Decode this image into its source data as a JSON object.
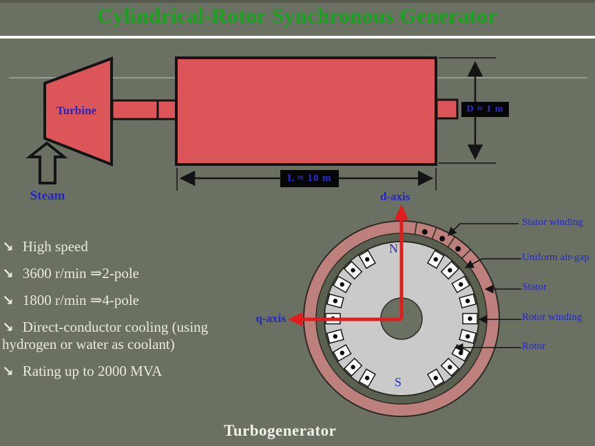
{
  "slide": {
    "title": "Cylindrical-Rotor Synchronous Generator",
    "caption": "Turbogenerator"
  },
  "side_view": {
    "turbine_label": "Turbine",
    "steam_label": "Steam",
    "length_dimension": "L ≈ 10 m",
    "diameter_dimension": "D ≈ 1 m"
  },
  "cross_section": {
    "d_axis": "d-axis",
    "q_axis": "q-axis",
    "north_pole": "N",
    "south_pole": "S",
    "part_labels": [
      "Stator winding",
      "Uniform air-gap",
      "Stator",
      "Rotor winding",
      "Rotor"
    ]
  },
  "bullets": {
    "marker": "↘",
    "items": [
      "High speed",
      "3600 r/min ⇒2-pole",
      "1800 r/min ⇒4-pole",
      "Direct-conductor cooling (using hydrogen or water as coolant)",
      "Rating up to 2000 MVA"
    ]
  },
  "colors": {
    "background": "#6a7062",
    "title_green": "#17a31c",
    "label_blue": "#2328c4",
    "machine_red": "#dc5659",
    "stator_pink": "#bd807c",
    "air_gap": "#5a6150",
    "rotor_gray": "#cacaca",
    "axis_red": "#e01c1c",
    "text_cream": "#eae9de"
  }
}
